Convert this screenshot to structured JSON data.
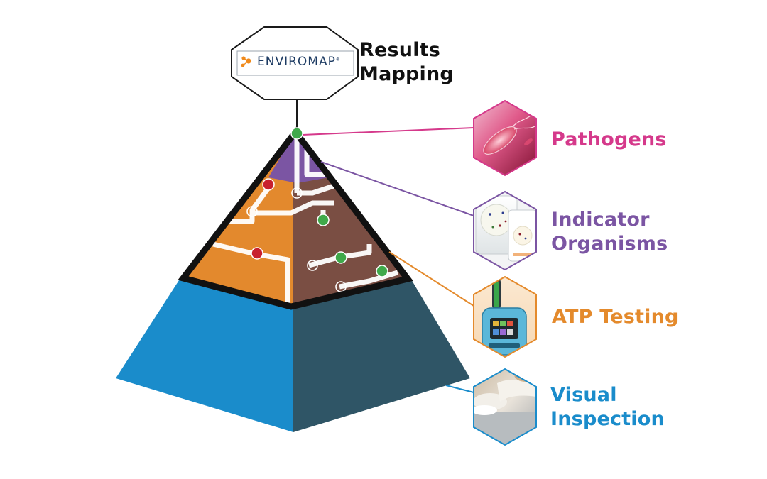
{
  "title": {
    "logo_text": "ENVIROMAP",
    "trademark": "®",
    "lines": [
      "Results",
      "Mapping"
    ]
  },
  "tiers": [
    {
      "id": "pathogens",
      "lines": [
        "Pathogens"
      ],
      "color": "#D5398B"
    },
    {
      "id": "indicator",
      "lines": [
        "Indicator",
        "Organisms"
      ],
      "color": "#7B55A3"
    },
    {
      "id": "atp",
      "lines": [
        "ATP Testing"
      ],
      "color": "#E48A2C"
    },
    {
      "id": "visual",
      "lines": [
        "Visual",
        "Inspection"
      ],
      "color": "#1A8CCB"
    }
  ],
  "colors": {
    "pyramid_left": "#1A8CCB",
    "pyramid_right": "#2F5566",
    "orange": "#E3892D",
    "brown": "#7A4E43",
    "purple": "#7B55A3",
    "pass_dot": "#3FA94A",
    "fail_dot": "#C8202E",
    "logo_orange": "#F08A1C",
    "logo_blue": "#1d3b63"
  },
  "icons": [
    "bacteria-icon",
    "petri-dish-icon",
    "atp-luminometer-icon",
    "wiping-hand-icon"
  ]
}
